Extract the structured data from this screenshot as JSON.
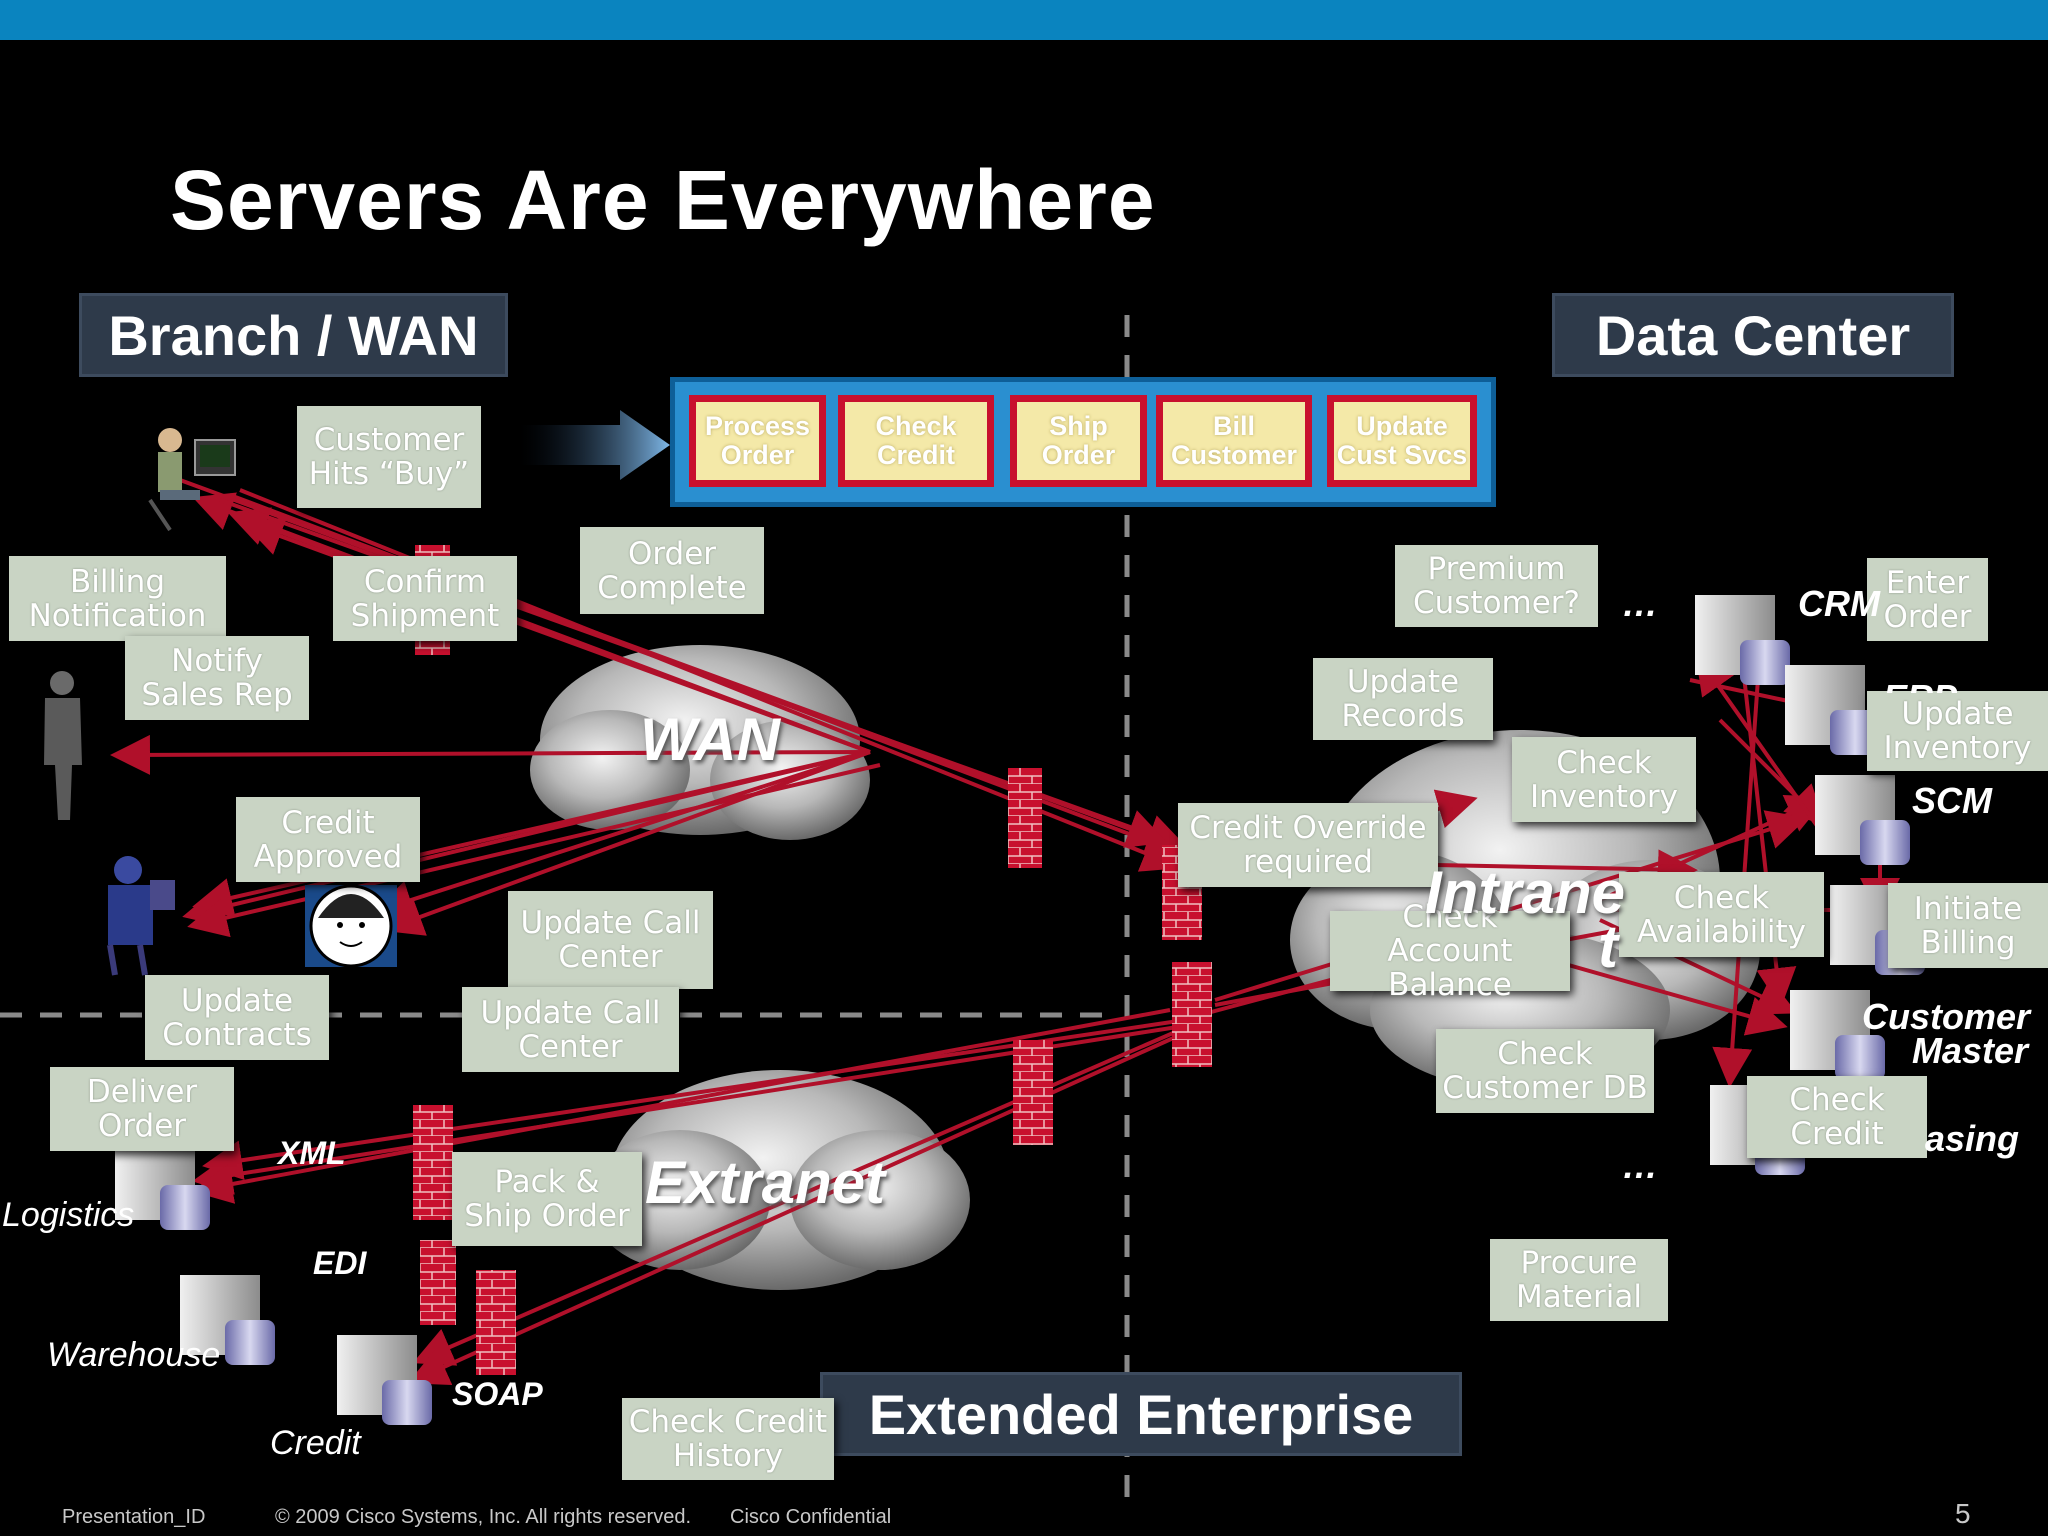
{
  "title": "Servers Are Everywhere",
  "headers": {
    "branch": "Branch / WAN",
    "datacenter": "Data Center",
    "extended": "Extended Enterprise"
  },
  "flow_steps": [
    "Process\nOrder",
    "Check\nCredit",
    "Ship\nOrder",
    "Bill\nCustomer",
    "Update\nCust Svcs"
  ],
  "callouts": {
    "customer_hits_buy": "Customer\nHits “Buy”",
    "order_complete": "Order\nComplete",
    "billing_notification": "Billing\nNotification",
    "confirm_shipment": "Confirm\nShipment",
    "notify_sales_rep": "Notify\nSales Rep",
    "credit_approved": "Credit\nApproved",
    "update_call_center_1": "Update Call\nCenter",
    "update_contracts": "Update\nContracts",
    "update_call_center_2": "Update Call\nCenter",
    "deliver_order": "Deliver\nOrder",
    "pack_ship_order": "Pack &\nShip Order",
    "check_credit_history": "Check Credit\nHistory",
    "premium_customer": "Premium\nCustomer?",
    "enter_order": "Enter\nOrder",
    "update_records": "Update\nRecords",
    "update_inventory": "Update\nInventory",
    "check_inventory": "Check\nInventory",
    "credit_override": "Credit Override\nrequired",
    "check_availability": "Check\nAvailability",
    "initiate_billing": "Initiate\nBilling",
    "check_account_balance": "Check Account\nBalance",
    "check_customer_db": "Check\nCustomer DB",
    "check_credit": "Check\nCredit",
    "procure_material": "Procure\nMaterial"
  },
  "network_labels": {
    "wan": "WAN",
    "intranet_a": "Intrane",
    "intranet_b": "t",
    "extranet": "Extranet"
  },
  "server_labels": {
    "crm": "CRM",
    "erp": "ERP",
    "scm": "SCM",
    "customer_master": "Customer\nMaster",
    "purchasing": "asing",
    "logistics": "Logistics",
    "warehouse": "Warehouse",
    "credit": "Credit",
    "dots_top": "…",
    "dots_bottom": "…"
  },
  "protocol_labels": {
    "xml": "XML",
    "edi": "EDI",
    "soap": "SOAP"
  },
  "footer": {
    "presentation_id": "Presentation_ID",
    "copyright": "© 2009 Cisco Systems, Inc. All rights reserved.",
    "confidential": "Cisco Confidential",
    "page_number": "5"
  },
  "colors": {
    "topbar": "#0a84bf",
    "callout": "#c9d4c4",
    "arrow": "#b0102a",
    "header_box": "#2e3a4a",
    "flow_box": "#2a8fd0"
  }
}
